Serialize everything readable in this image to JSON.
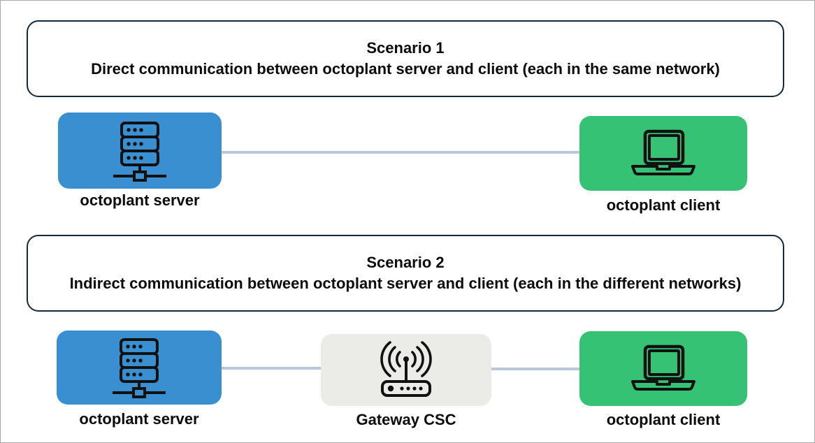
{
  "colors": {
    "server_fill": "#3a8fd1",
    "client_fill": "#35c274",
    "gateway_fill": "#ebebe7",
    "connector": "#b9c9da",
    "scenario_border": "#14293c",
    "frame_border": "#a9a9a9",
    "icon_stroke": "#111111",
    "text": "#0c0c0c",
    "background": "#ffffff"
  },
  "scenarios": [
    {
      "title": "Scenario 1",
      "subtitle": "Direct communication between octoplant server and client (each in the same network)",
      "nodes": [
        {
          "label": "octoplant server",
          "icon": "server-rack-icon"
        },
        {
          "label": "octoplant client",
          "icon": "laptop-icon"
        }
      ]
    },
    {
      "title": "Scenario 2",
      "subtitle": "Indirect communication between octoplant server and client (each in the different networks)",
      "nodes": [
        {
          "label": "octoplant server",
          "icon": "server-rack-icon"
        },
        {
          "label": "Gateway CSC",
          "icon": "wireless-router-icon"
        },
        {
          "label": "octoplant client",
          "icon": "laptop-icon"
        }
      ]
    }
  ]
}
